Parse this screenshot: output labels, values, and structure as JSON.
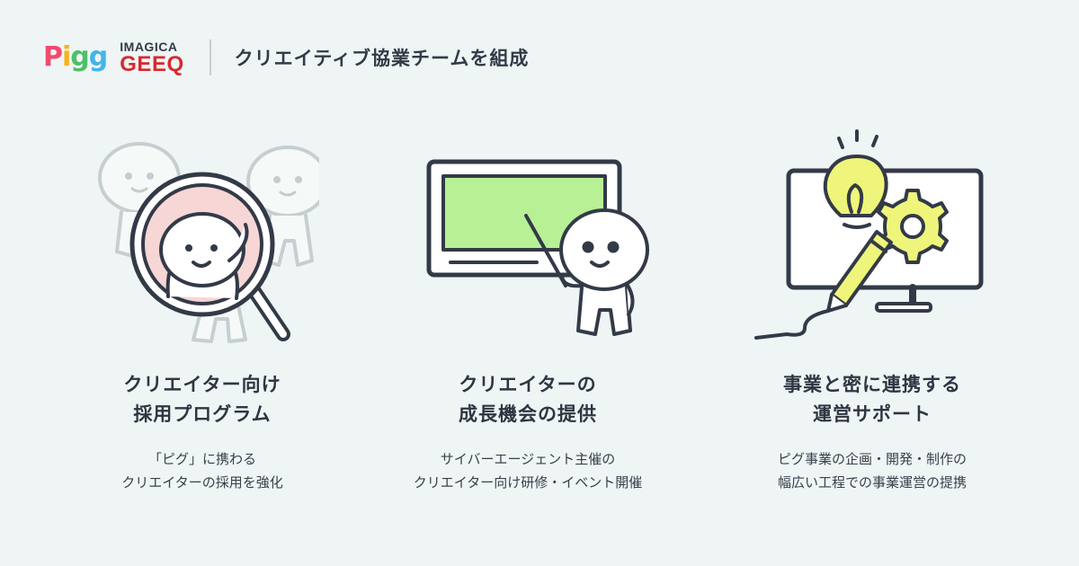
{
  "header": {
    "brand_pigg": [
      "P",
      "i",
      "g",
      "g"
    ],
    "brand_imagica_top": "IMAGICA",
    "brand_imagica_bottom": "GEEQ",
    "title": "クリエイティブ協業チームを組成"
  },
  "colors": {
    "background": "#eef5f4",
    "text": "#333a47",
    "pigg_letters": [
      "#f04a6e",
      "#f7b21a",
      "#4fbf6a",
      "#45b4e8"
    ],
    "geeq_red": "#d9282f",
    "screen_green": "#b8f096",
    "bulb_yellow": "#eef57a",
    "magnifier_pink": "#f7d6d6"
  },
  "features": [
    {
      "icon": "magnifier-character-icon",
      "title_line1": "クリエイター向け",
      "title_line2": "採用プログラム",
      "desc_line1": "「ピグ」に携わる",
      "desc_line2": "クリエイターの採用を強化"
    },
    {
      "icon": "presentation-character-icon",
      "title_line1": "クリエイターの",
      "title_line2": "成長機会の提供",
      "desc_line1": "サイバーエージェント主催の",
      "desc_line2": "クリエイター向け研修・イベント開催"
    },
    {
      "icon": "monitor-bulb-gear-icon",
      "title_line1": "事業と密に連携する",
      "title_line2": "運営サポート",
      "desc_line1": "ピグ事業の企画・開発・制作の",
      "desc_line2": "幅広い工程での事業運営の提携"
    }
  ]
}
